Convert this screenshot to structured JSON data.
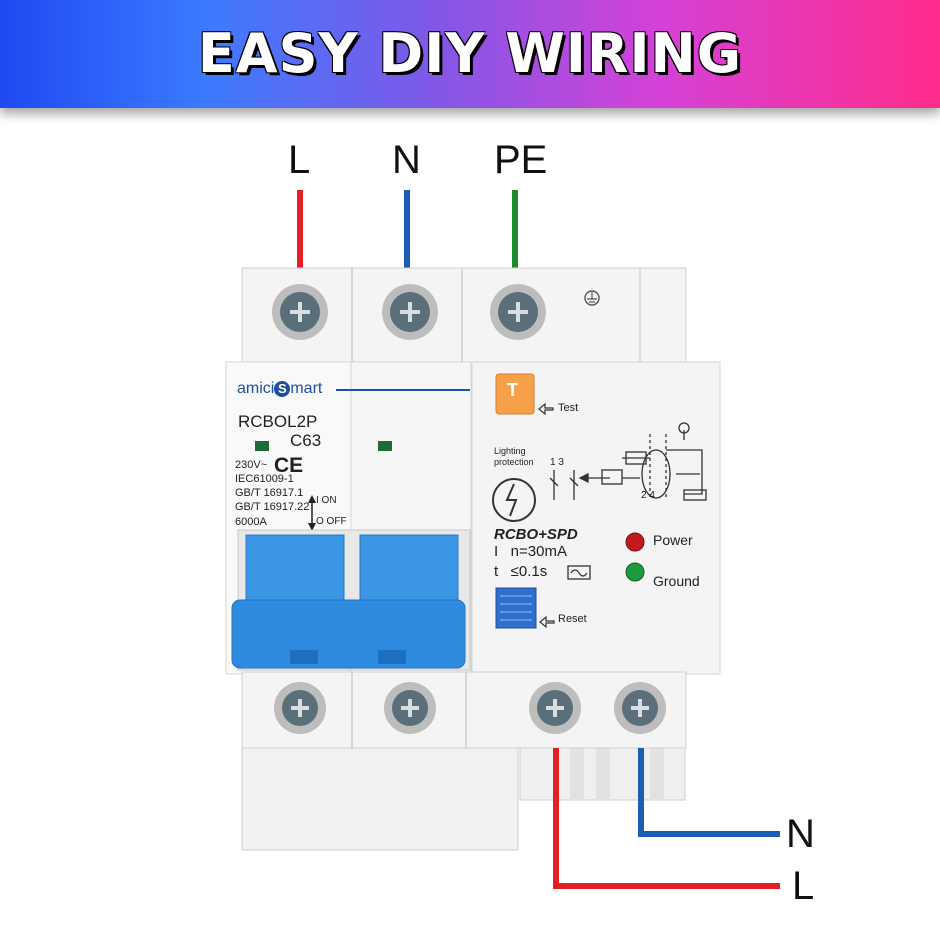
{
  "banner": {
    "title": "EASY DIY WIRING"
  },
  "top_wires": {
    "l": "L",
    "n": "N",
    "pe": "PE"
  },
  "bottom_wires": {
    "n": "N",
    "l": "L"
  },
  "colors": {
    "line": "#e31e24",
    "neutral": "#1a5fb4",
    "earth": "#1e8a2e",
    "handle": "#2f8be0"
  },
  "device": {
    "brand_prefix": "amici",
    "brand_suffix": "mart",
    "model": "RCBOL2P",
    "rating": "C63",
    "voltage": "230V~",
    "std1": "IEC61009-1",
    "std2": "GB/T 16917.1",
    "std3": "GB/T 16917.22",
    "breaking": "6000A",
    "on": "I ON",
    "off": "O OFF",
    "test": "Test",
    "lighting1": "Lighting",
    "lighting2": "protection",
    "product": "RCBO+SPD",
    "current": "n=30mA",
    "time": "≤0.1s",
    "power": "Power",
    "ground": "Ground",
    "reset": "Reset",
    "test_button": "T",
    "terminal_nums": "2 4",
    "pole_nums": "1 3"
  },
  "icons": [
    "earth-symbol-icon",
    "lightning-icon",
    "test-arrow-icon",
    "reset-arrow-icon"
  ]
}
